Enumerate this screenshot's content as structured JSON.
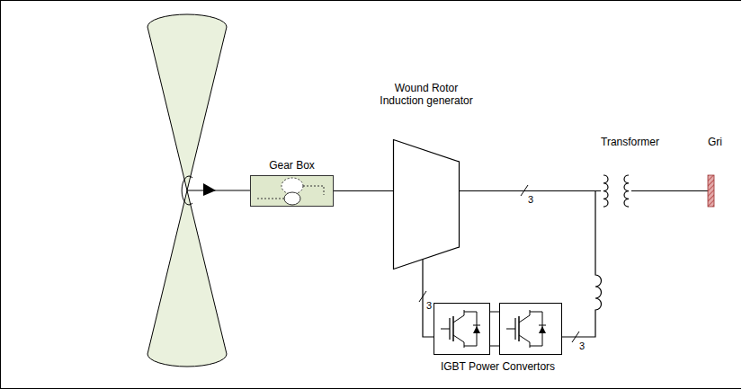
{
  "diagram": {
    "nodes": [
      {
        "text": [
          "Gear Box"
        ]
      },
      {
        "text": [
          "Wound Rotor Induction generator"
        ]
      },
      {
        "text": [
          "Transformer"
        ]
      },
      {
        "text": [
          "Gri"
        ]
      },
      {
        "text": [
          "IGBT Power Convertors"
        ]
      }
    ],
    "edges": [
      {
        "from": 0,
        "to": 1,
        "arrow": "none"
      },
      {
        "from": 1,
        "to": 2,
        "label": "3",
        "arrow": "none"
      },
      {
        "from": 1,
        "to": 4,
        "label": "3",
        "arrow": "none"
      },
      {
        "from": 4,
        "to": 2,
        "label": "3",
        "arrow": "none"
      },
      {
        "from": 2,
        "to": 3,
        "arrow": "none"
      }
    ]
  }
}
